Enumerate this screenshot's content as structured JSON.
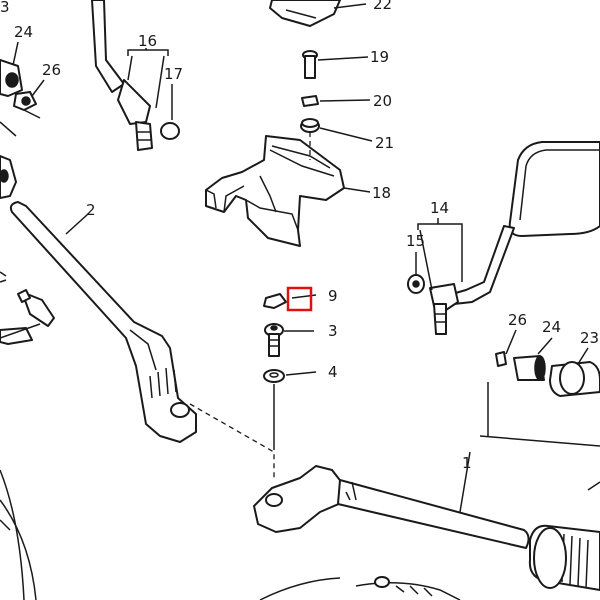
{
  "colors": {
    "ink": "#1a1a1a",
    "highlight": "#e01010",
    "background": "#ffffff"
  },
  "labels": {
    "l3a": "3",
    "l24a": "24",
    "l26a": "26",
    "l16": "16",
    "l17": "17",
    "l22": "22",
    "l19": "19",
    "l20": "20",
    "l21": "21",
    "l18": "18",
    "l2": "2",
    "l14": "14",
    "l15": "15",
    "l9": "9",
    "l3b": "3",
    "l4": "4",
    "l26b": "26",
    "l24b": "24",
    "l23": "23",
    "l1": "1"
  },
  "highlight": {
    "target": "9"
  }
}
